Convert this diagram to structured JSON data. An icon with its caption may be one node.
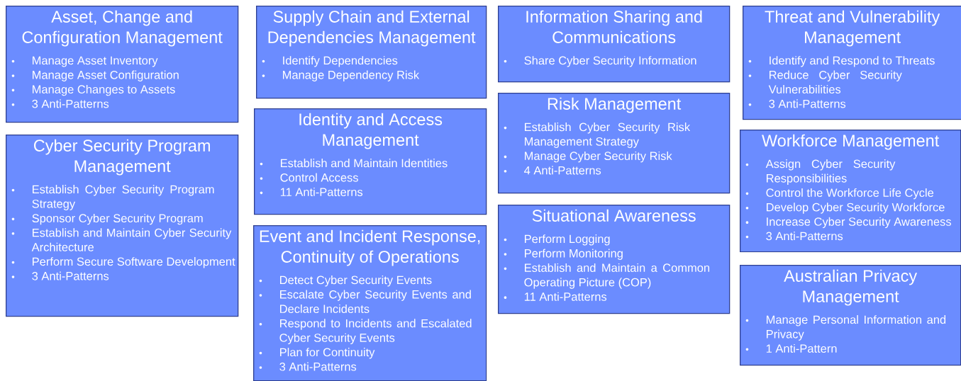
{
  "diagram": {
    "nodes": [
      {
        "text": [
          "Asset, Change and Configuration Management",
          "Manage Asset Inventory",
          "Manage Asset Configuration",
          "Manage Changes to Assets",
          "3 Anti-Patterns"
        ]
      },
      {
        "text": [
          "Cyber Security Program Management",
          "Establish Cyber Security Program Strategy",
          "Sponsor Cyber Security Program",
          "Establish and Maintain Cyber Security Architecture",
          "Perform Secure Software Development",
          "3 Anti-Patterns"
        ]
      },
      {
        "text": [
          "Supply Chain and External Dependencies Management",
          "Identify Dependencies",
          "Manage Dependency Risk"
        ]
      },
      {
        "text": [
          "Identity and Access Management",
          "Establish and Maintain Identities",
          "Control Access",
          "11 Anti-Patterns"
        ]
      },
      {
        "text": [
          "Event and Incident Response, Continuity of Operations",
          "Detect Cyber Security Events",
          "Escalate Cyber Security Events and Declare Incidents",
          "Respond to Incidents and Escalated Cyber Security Events",
          "Plan for Continuity",
          "3 Anti-Patterns"
        ]
      },
      {
        "text": [
          "Information Sharing and Communications",
          "Share Cyber Security Information"
        ]
      },
      {
        "text": [
          "Risk Management",
          "Establish Cyber Security Risk Management Strategy",
          "Manage Cyber Security Risk",
          "4 Anti-Patterns"
        ]
      },
      {
        "text": [
          "Situational Awareness",
          "Perform Logging",
          "Perform Monitoring",
          "Establish and Maintain a Common Operating Picture (COP)",
          "11 Anti-Patterns"
        ]
      },
      {
        "text": [
          "Threat and Vulnerability Management",
          "Identify and Respond to Threats",
          "Reduce Cyber Security Vulnerabilities",
          "3 Anti-Patterns"
        ]
      },
      {
        "text": [
          "Workforce Management",
          "Assign Cyber Security Responsibilities",
          "Control the Workforce Life Cycle",
          "Develop Cyber Security Workforce",
          "Increase Cyber Security Awareness",
          "3 Anti-Patterns"
        ]
      },
      {
        "text": [
          "Australian Privacy Management",
          "Manage Personal Information and Privacy",
          "1 Anti-Pattern"
        ]
      }
    ]
  }
}
